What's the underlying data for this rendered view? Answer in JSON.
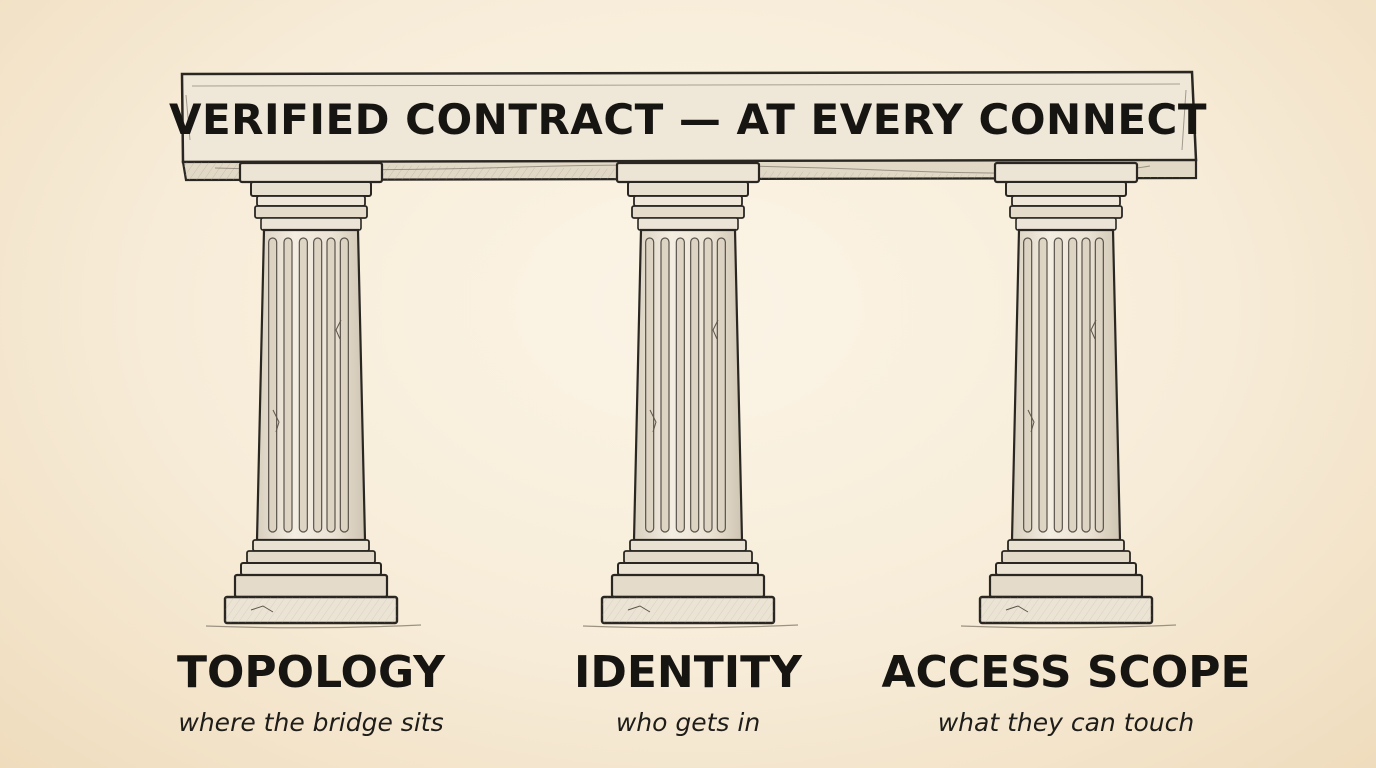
{
  "beam": {
    "title": "VERIFIED CONTRACT — AT EVERY CONNECT"
  },
  "pillars": [
    {
      "name": "TOPOLOGY",
      "caption": "where the bridge sits"
    },
    {
      "name": "IDENTITY",
      "caption": "who gets in"
    },
    {
      "name": "ACCESS SCOPE",
      "caption": "what they can touch"
    }
  ],
  "colors": {
    "background": "#f7ecd8",
    "stone": "#eee6d6",
    "ink": "#2a2723"
  }
}
